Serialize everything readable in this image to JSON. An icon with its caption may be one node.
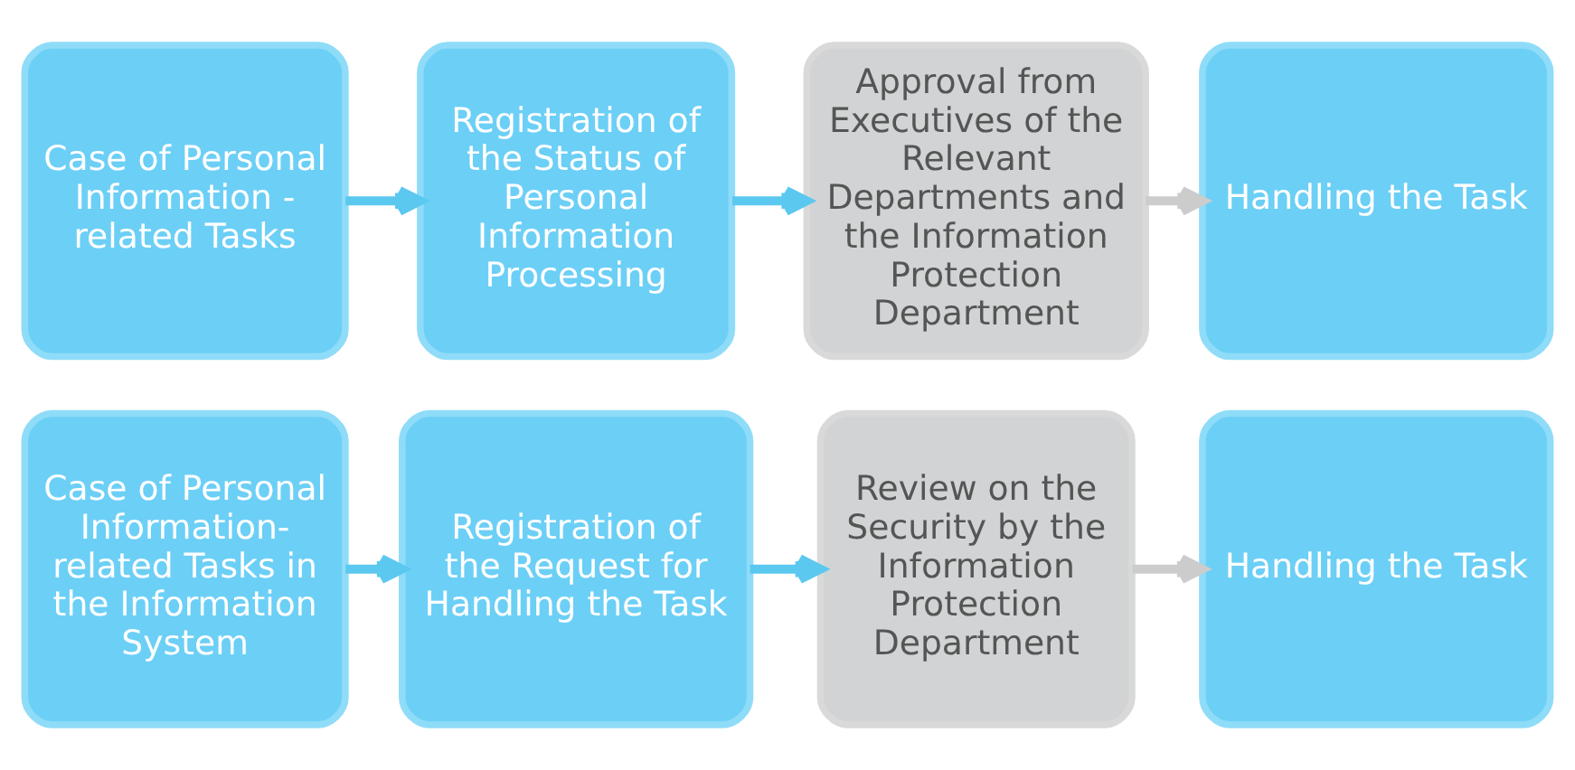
{
  "diagram": {
    "nodes": [
      {
        "text": [
          "Case of Personal Information - related Tasks"
        ]
      },
      {
        "text": [
          "Registration of the Status of Personal Information Processing"
        ]
      },
      {
        "text": [
          "Approval from Executives of the Relevant Departments and the Information Protection Department"
        ]
      },
      {
        "text": [
          "Handling the Task"
        ]
      },
      {
        "text": [
          "Case of Personal Information-related Tasks in the Information System"
        ]
      },
      {
        "text": [
          "Registration of the Request for Handling the Task"
        ]
      },
      {
        "text": [
          "Review on the Security by the Information Protection Department"
        ]
      },
      {
        "text": [
          "Handling the Task"
        ]
      }
    ],
    "edges": [
      {
        "from": 0,
        "to": 1,
        "arrow": "to"
      },
      {
        "from": 1,
        "to": 2,
        "arrow": "to"
      },
      {
        "from": 2,
        "to": 3,
        "arrow": "to",
        "color": "#cccccc"
      },
      {
        "from": 4,
        "to": 5,
        "arrow": "to"
      },
      {
        "from": 5,
        "to": 6,
        "arrow": "to"
      },
      {
        "from": 6,
        "to": 7,
        "arrow": "to",
        "color": "#cccccc"
      }
    ]
  }
}
